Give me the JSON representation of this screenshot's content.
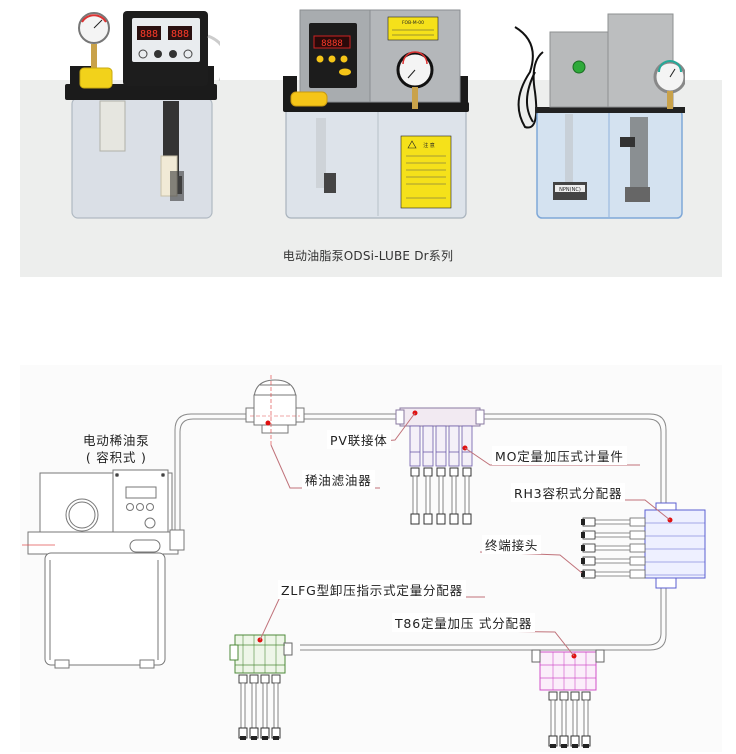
{
  "products": {
    "caption": "电动油脂泵ODSi-LUBE Dr系列",
    "items": [
      {
        "name": "pump-1",
        "display_left": "888",
        "display_right": "888",
        "tank_color": "#c9d2dc",
        "cap_color": "#f2d21b"
      },
      {
        "name": "pump-2",
        "display": "8888",
        "warning_title": "注 意",
        "label_top": "FOB-M-00",
        "tank_color": "#cfd6de",
        "cap_color": "#f5c518"
      },
      {
        "name": "pump-3",
        "float_label": "NPN(NC)",
        "tank_color": "#bcd2ea",
        "indicator_color": "#2faa3a"
      }
    ]
  },
  "diagram": {
    "labels": {
      "pump": "电动稀油泵",
      "pump_sub": "( 容积式 )",
      "pv": "PV联接体",
      "filter": "稀油滤油器",
      "mo": "MO定量加压式计量件",
      "rh3": "RH3容积式分配器",
      "terminal": "终端接头",
      "zlfg": "ZLFG型卸压指示式定量分配器",
      "t86": "T86定量加压 式分配器"
    },
    "colors": {
      "pipe": "#8a8a8a",
      "leader": "#c0727a",
      "marker": "#e01010",
      "mo_block": "#6b5aa8",
      "rh3_block": "#5b5fd0",
      "zlfg_block": "#4e8a3a",
      "t86_block": "#d050c8"
    },
    "counts": {
      "mo_outlets": 5,
      "rh3_outlets": 5,
      "zlfg_outlets": 4,
      "t86_outlets": 4
    }
  }
}
